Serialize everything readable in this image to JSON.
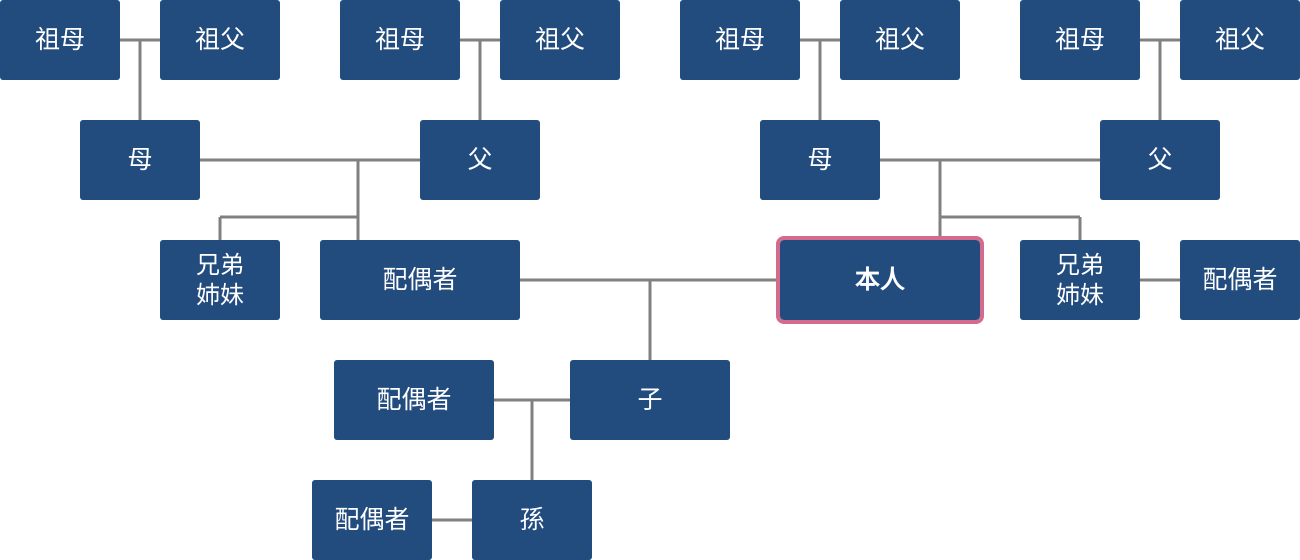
{
  "colors": {
    "box": "#224b7e",
    "text": "#ffffff",
    "line": "#808080",
    "highlight": "#d46a8c"
  },
  "nodes": {
    "gm_pm": "祖母",
    "gf_pm": "祖父",
    "gm_pf": "祖母",
    "gf_pf": "祖父",
    "gm_sm": "祖母",
    "gf_sm": "祖父",
    "gm_sf": "祖母",
    "gf_sf": "祖父",
    "mother_p": "母",
    "father_p": "父",
    "mother_s": "母",
    "father_s": "父",
    "sibling_p_l1": "兄弟",
    "sibling_p_l2": "姉妹",
    "spouse": "配偶者",
    "self": "本人",
    "sibling_s_l1": "兄弟",
    "sibling_s_l2": "姉妹",
    "sibling_spouse": "配偶者",
    "child_spouse": "配偶者",
    "child": "子",
    "grandchild_spouse": "配偶者",
    "grandchild": "孫"
  }
}
